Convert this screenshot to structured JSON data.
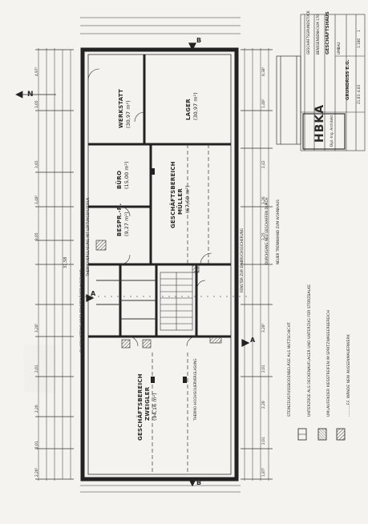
{
  "north_label": "N",
  "rooms": [
    {
      "name": "WERKSTATT",
      "area": "(30,97 m²)"
    },
    {
      "name": "LAGER",
      "area": "(30,97 m²)"
    },
    {
      "name": "BÜRO",
      "area": "(15,00 m²)"
    },
    {
      "name": "GESCHÄFTSBEREICH",
      "sub": "MÜLLER",
      "area": "(67,60 m²)"
    },
    {
      "name": "BESPR.-R.",
      "area": "(9,27 m²)"
    },
    {
      "name": "GESCHÄFTSBEREICH",
      "sub": "ZWEIGLER",
      "area": "(94,16 m²)"
    }
  ],
  "notes": {
    "thermo_window": "THERMOVERGLASUNG MIT LÜFTUNGSFLÜGELN",
    "glass_blocks": "GLASBAUSTEINE ODER FENSTER LÜFTUNGSRAND",
    "thermo_glazing_long": "THERMO-HOCHISOLIERVERGLASUNG",
    "durchgang": "DURCHGANG NEU GESCHAFFEN DURCH",
    "neue_trennwand": "NEUER TRENNWAND ZUM WOHNHAUS",
    "fenster_ersatz": "FENSTER ZUR EINBRUCHSSICHERUNG"
  },
  "legend": [
    "STEINZEUGFUSSBODENBELÄGE ALS NUTZSCHICHT",
    "UNTERZÜGE ALS DECKENAUFLAGER UND UNTERZUG FÜR STÜRZBALKE",
    "UMLAUFENDER KIESSTREIFEN IM SPRITZWASSERBEREICH",
    "..........F.F. WÄNDE NEW AUSSENMAUERWERK"
  ],
  "section_marks": [
    "A",
    "A",
    "B",
    "B"
  ],
  "dimensions_top": [
    "2,26⁵",
    "2,01",
    "2,20",
    "2,01",
    "3,28⁵",
    "3,05",
    "3,48⁵",
    "3,65",
    "3,05",
    "4,97⁵"
  ],
  "dimensions_bottom": [
    "1,87⁵",
    "2,01",
    "2,20",
    "2,01",
    "3,28⁵",
    "3,25",
    "3,26",
    "2,42",
    "1,40⁵",
    "0,38⁵"
  ],
  "overall_dim": "31,58",
  "titleblock": {
    "bauherr": "GESCHÄFTSGRUNDSTÜCK",
    "ort": "BENSSENSENHOLM 170",
    "projekt": "GESCHÄFTSHAUS",
    "projekt2": "UMBAU",
    "plan": "GRUNDRISS E.G.",
    "scale": "1:100",
    "plan_no": "1",
    "date": "21.03.-4.03",
    "firm": "HBKA",
    "firm2": "Dipl.-Ing. Architekt"
  },
  "colors": {
    "ink": "#2a2a2a",
    "paper": "#f4f3ef",
    "hatch": "#555555"
  }
}
